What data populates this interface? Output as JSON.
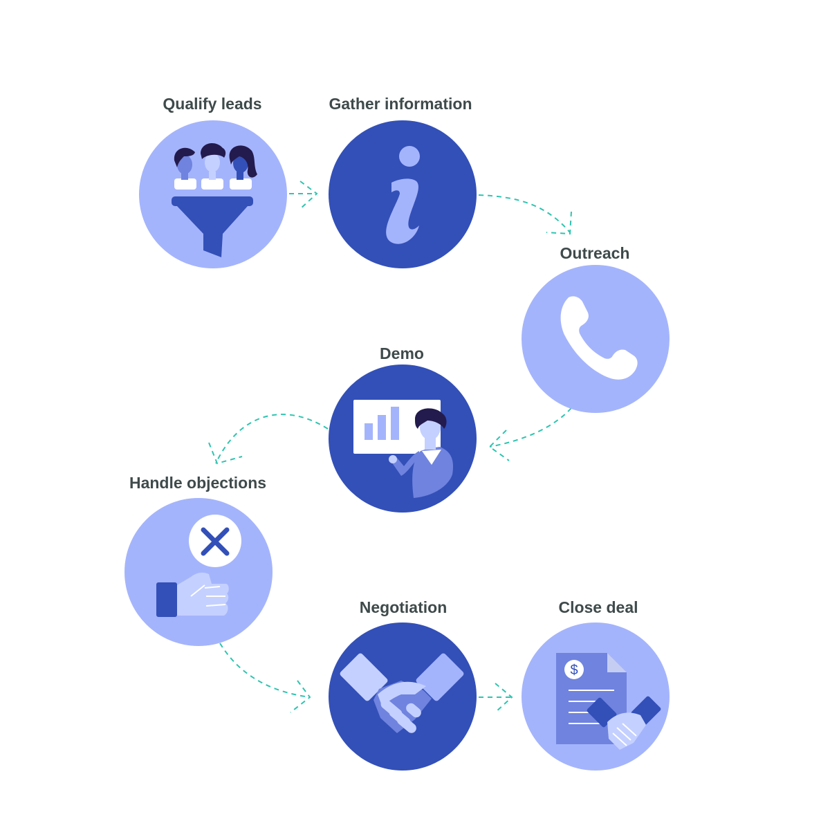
{
  "steps": [
    {
      "label": "Qualify leads"
    },
    {
      "label": "Gather information"
    },
    {
      "label": "Outreach"
    },
    {
      "label": "Demo"
    },
    {
      "label": "Handle objections"
    },
    {
      "label": "Negotiation"
    },
    {
      "label": "Close deal"
    }
  ],
  "icons": {
    "qualify": "funnel-leads-icon",
    "gather": "info-icon",
    "outreach": "phone-icon",
    "demo": "presenter-chart-icon",
    "objections": "thumbs-down-reject-icon",
    "negotiation": "handshake-icon",
    "close": "contract-handshake-icon",
    "document_symbol": "$"
  },
  "colors": {
    "light_circle": "#a4b4fc",
    "dark_circle": "#3350b8",
    "connector": "#2ec4b0",
    "label": "#3f4a4a",
    "hair": "#231b4d",
    "pale": "#c4d0ff"
  }
}
